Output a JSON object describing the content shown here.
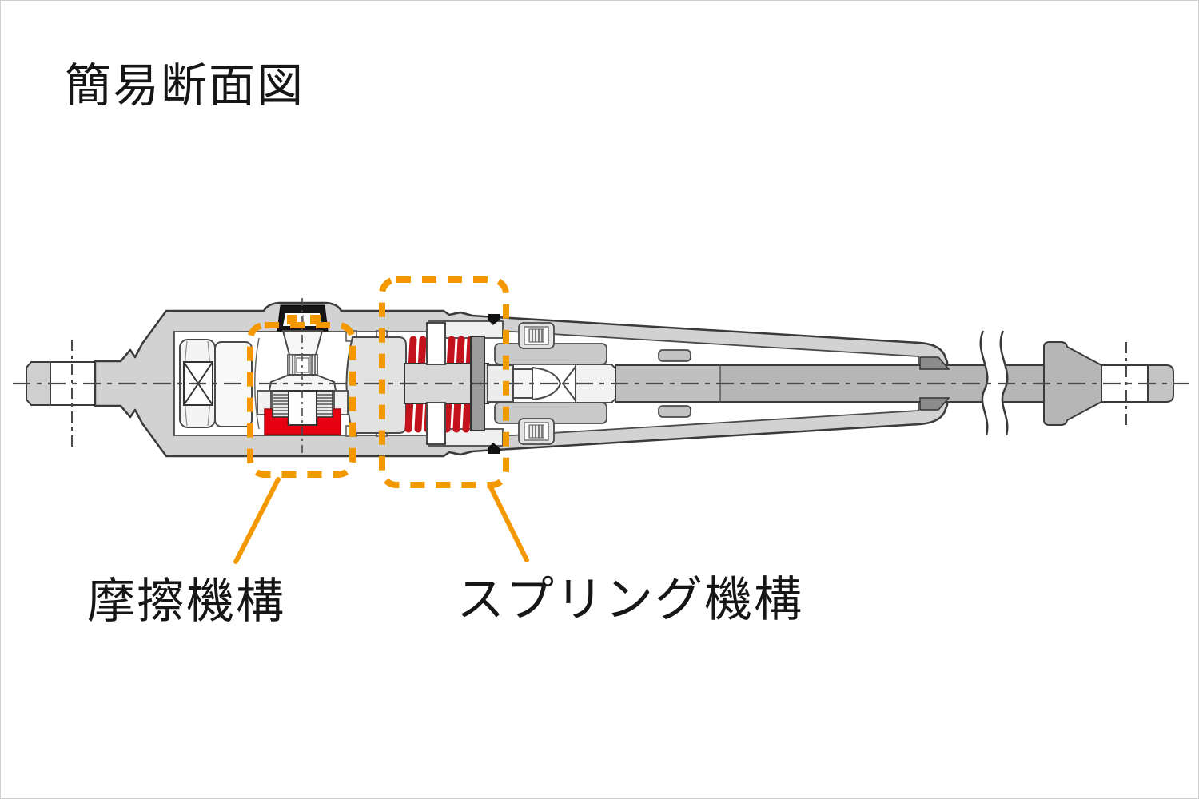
{
  "title": "簡易断面図",
  "annotations": {
    "friction": {
      "label": "摩擦機構"
    },
    "spring": {
      "label": "スプリング機構"
    }
  },
  "colors": {
    "highlight": "#F39800",
    "friction_red": "#E60012",
    "spring_red": "#C4121C",
    "housing": "#D2D2D2",
    "shaft": "#B6B6B6",
    "outline": "#3A3A3A",
    "background": "#FFFFFF"
  }
}
